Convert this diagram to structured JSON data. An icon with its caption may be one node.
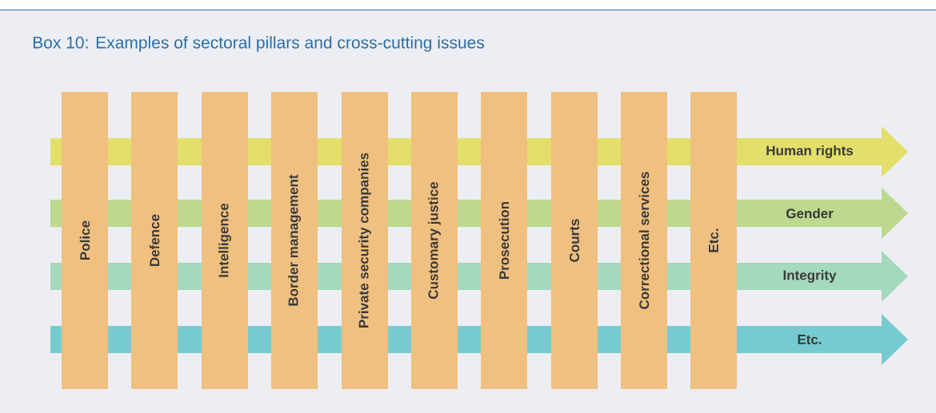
{
  "diagram": {
    "title": "Box 10: Examples of sectoral pillars and cross-cutting issues",
    "nodes": [
      {
        "text": [
          "Police"
        ]
      },
      {
        "text": [
          "Defence"
        ]
      },
      {
        "text": [
          "Intelligence"
        ]
      },
      {
        "text": [
          "Border management"
        ]
      },
      {
        "text": [
          "Private security companies"
        ]
      },
      {
        "text": [
          "Customary justice"
        ]
      },
      {
        "text": [
          "Prosecution"
        ]
      },
      {
        "text": [
          "Courts"
        ]
      },
      {
        "text": [
          "Correctional services"
        ]
      },
      {
        "text": [
          "Etc."
        ]
      },
      {
        "text": [
          "Human rights"
        ]
      },
      {
        "text": [
          "Gender"
        ]
      },
      {
        "text": [
          "Integrity"
        ]
      },
      {
        "text": [
          "Etc."
        ]
      }
    ]
  }
}
